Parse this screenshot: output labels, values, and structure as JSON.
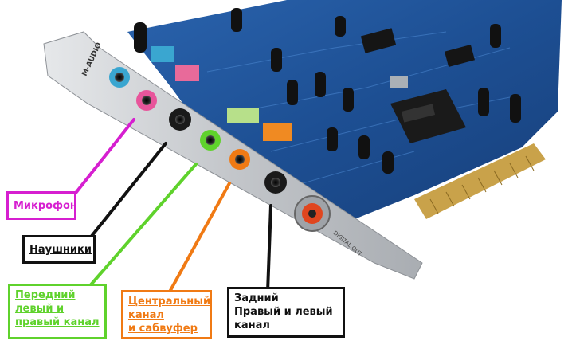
{
  "image": {
    "description_colors": {
      "board": "#1f4f93",
      "bracket": "#c9ccd0",
      "mic": "#d61fd0",
      "headphones": "#111111",
      "front": "#5fd22c",
      "center": "#f07a14",
      "rear": "#111111"
    }
  },
  "bracket": {
    "brand": "M-AUDIO",
    "digital_out": "DIGITAL OUT"
  },
  "labels": {
    "mic": {
      "lines": [
        "Микрофон"
      ],
      "color": "#d61fd0"
    },
    "headphones": {
      "lines": [
        "Наушники"
      ],
      "color": "#111111"
    },
    "front": {
      "lines": [
        "Передний",
        "левый и",
        "правый канал"
      ],
      "color": "#5fd22c"
    },
    "center": {
      "lines": [
        "Центральный",
        "канал",
        "и сабвуфер"
      ],
      "color": "#f07a14"
    },
    "rear": {
      "lines": [
        "Задний",
        "Правый и левый",
        "канал"
      ],
      "color": "#111111"
    }
  }
}
